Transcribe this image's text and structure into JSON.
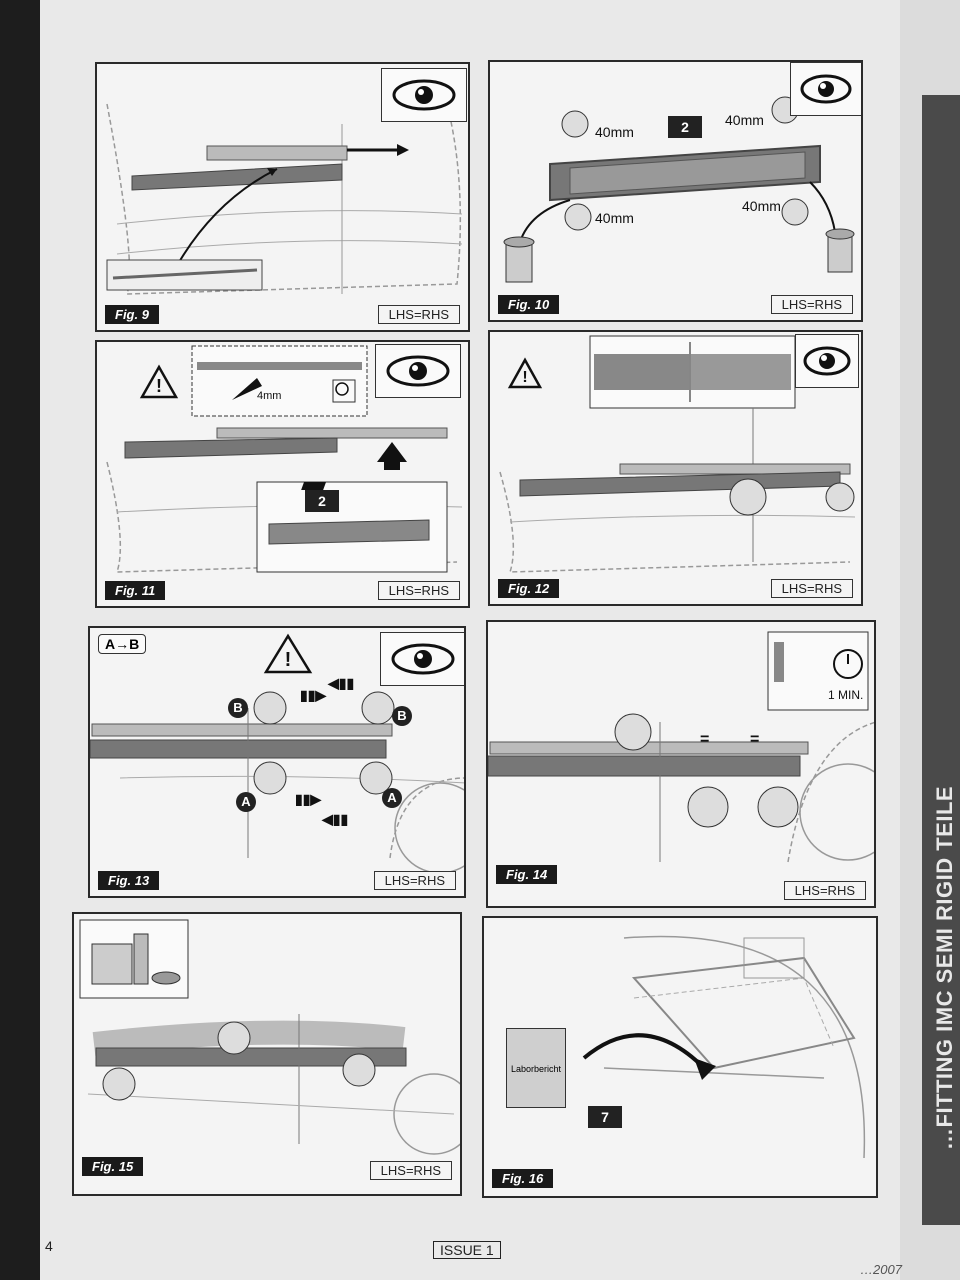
{
  "side_tab": {
    "text": "…FITTING IMC SEMI RIGID TEILE"
  },
  "eye_icon": "eye-icon",
  "warning_icon": "warning-triangle-icon",
  "figures": [
    {
      "label": "Fig. 9",
      "lhs": "LHS=RHS"
    },
    {
      "label": "Fig. 10",
      "lhs": "LHS=RHS",
      "numbox": "2",
      "dims": [
        "40mm",
        "40mm",
        "40mm",
        "40mm"
      ]
    },
    {
      "label": "Fig. 11",
      "lhs": "LHS=RHS",
      "gap": "4mm",
      "numbox": "2"
    },
    {
      "label": "Fig. 12",
      "lhs": "LHS=RHS"
    },
    {
      "label": "Fig. 13",
      "lhs": "LHS=RHS",
      "ab": "A→B",
      "marks": [
        "A",
        "A",
        "B",
        "B"
      ]
    },
    {
      "label": "Fig. 14",
      "lhs": "LHS=RHS",
      "timer": "1 MIN."
    },
    {
      "label": "Fig. 15",
      "lhs": "LHS=RHS"
    },
    {
      "label": "Fig. 16",
      "booklet": "Laborbericht",
      "numbox": "7"
    }
  ],
  "footer": {
    "page": "4",
    "issue": "ISSUE 1",
    "year": "…2007"
  }
}
